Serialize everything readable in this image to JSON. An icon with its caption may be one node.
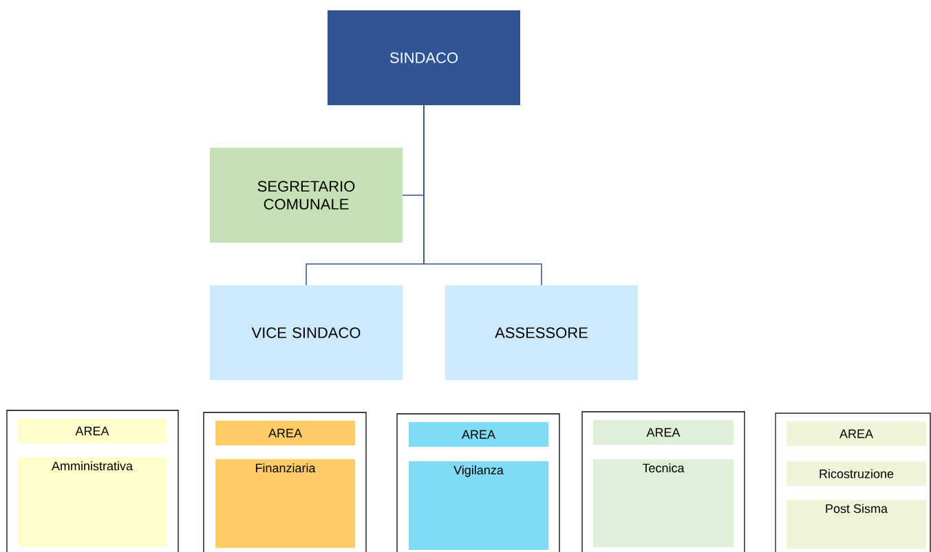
{
  "diagram": {
    "nodes": [
      {
        "text": [
          "SINDACO"
        ]
      },
      {
        "text": [
          "SEGRETARIO COMUNALE"
        ]
      },
      {
        "text": [
          "VICE SINDACO"
        ]
      },
      {
        "text": [
          "ASSESSORE"
        ]
      },
      {
        "text": [],
        "shape": "box"
      },
      {
        "text": [
          "AREA"
        ],
        "in": 4
      },
      {
        "text": [
          "Amministrativa"
        ],
        "in": 4
      },
      {
        "text": [],
        "shape": "box"
      },
      {
        "text": [
          "AREA"
        ],
        "in": 7
      },
      {
        "text": [
          "Finanziaria"
        ],
        "in": 7
      },
      {
        "text": [],
        "shape": "box"
      },
      {
        "text": [
          "AREA"
        ],
        "in": 10
      },
      {
        "text": [
          "Vigilanza"
        ],
        "in": 10
      },
      {
        "text": [],
        "shape": "box"
      },
      {
        "text": [
          "AREA"
        ],
        "in": 13
      },
      {
        "text": [
          "Tecnica"
        ],
        "in": 13
      },
      {
        "text": [],
        "shape": "box"
      },
      {
        "text": [
          "AREA"
        ],
        "in": 16
      },
      {
        "text": [
          "Ricostruzione"
        ],
        "in": 16
      },
      {
        "text": [
          "Post Sisma"
        ],
        "in": 16
      }
    ],
    "edges": [
      {
        "from": 0,
        "to": 1,
        "arrow": "none"
      },
      {
        "from": 0,
        "to": 2,
        "arrow": "none"
      },
      {
        "from": 0,
        "to": 3,
        "arrow": "none"
      }
    ]
  }
}
